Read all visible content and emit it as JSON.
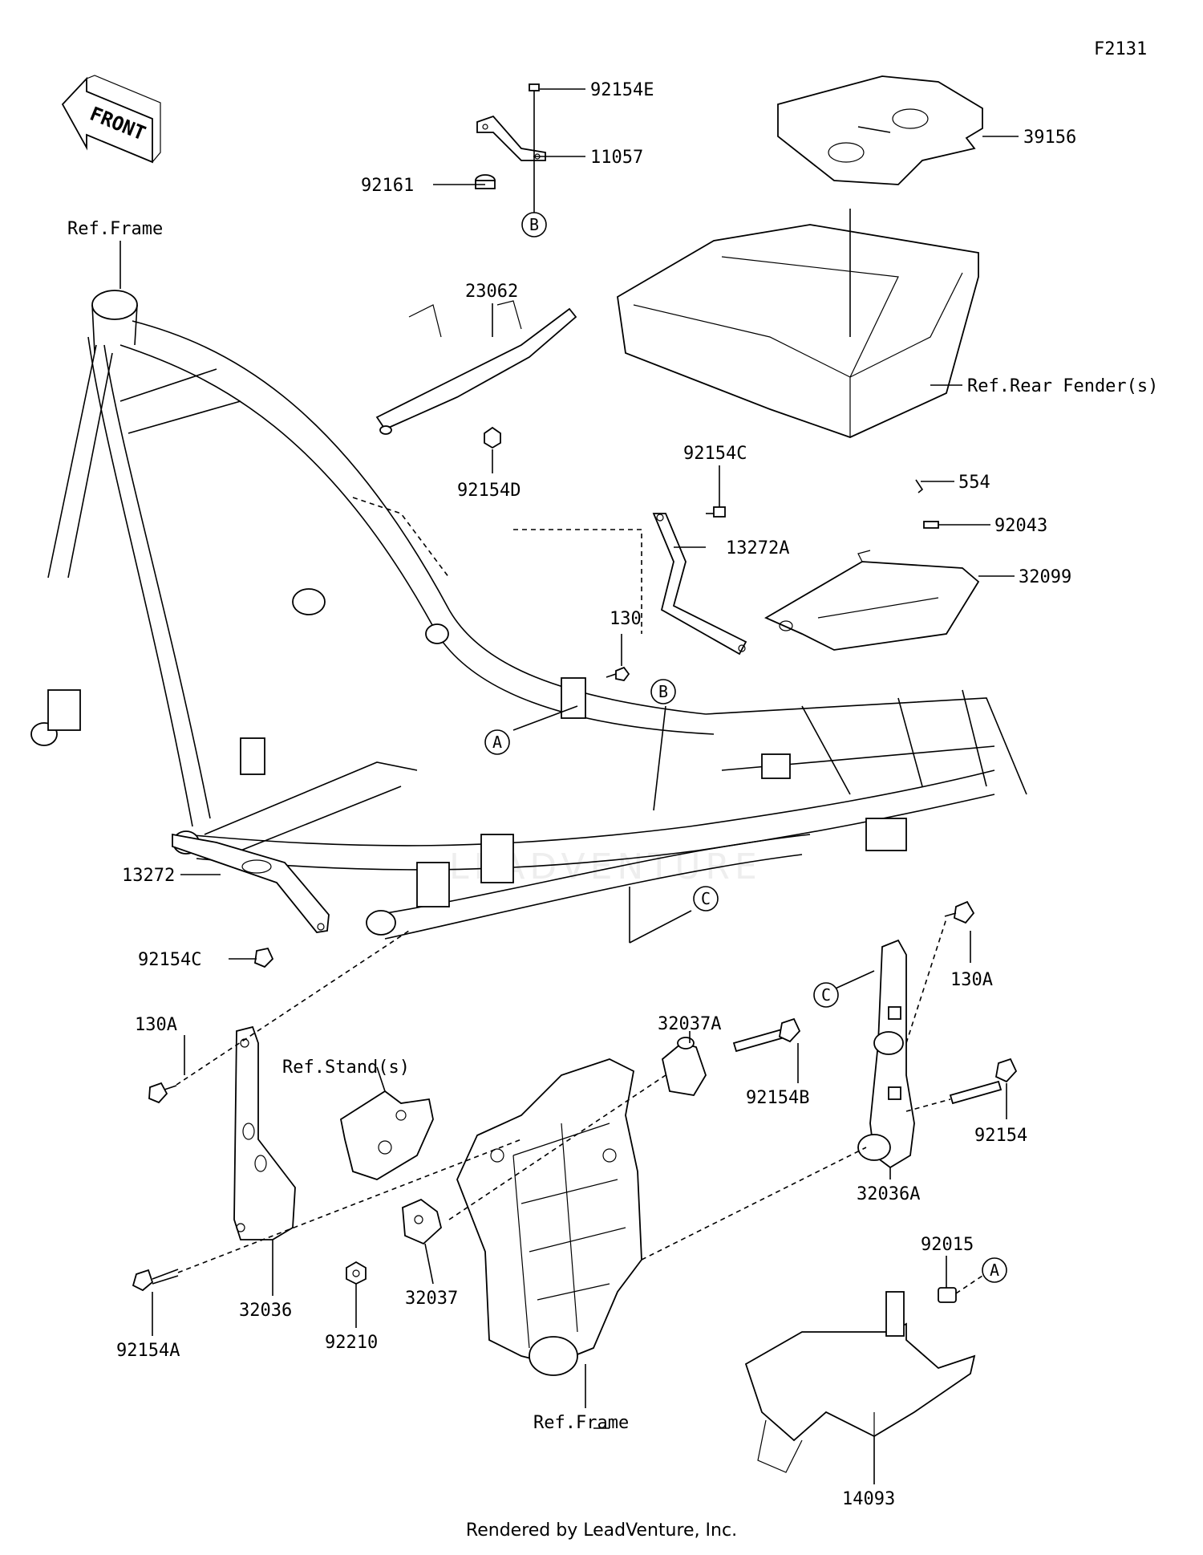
{
  "figure_code": "F2131",
  "front_arrow_label": "FRONT",
  "footer": "Rendered by LeadVenture, Inc.",
  "watermark": "LEADVENTURE",
  "callouts": {
    "a": "A",
    "b": "B",
    "c": "C"
  },
  "refs": {
    "frame_top": "Ref.Frame",
    "frame_bottom": "Ref.Frame",
    "rear_fender": "Ref.Rear Fender(s)",
    "stand": "Ref.Stand(s)"
  },
  "parts": {
    "p92154E": "92154E",
    "p11057": "11057",
    "p92161": "92161",
    "p39156": "39156",
    "p23062": "23062",
    "p92154D": "92154D",
    "p92154C_top": "92154C",
    "p554": "554",
    "p92043": "92043",
    "p13272A": "13272A",
    "p32099": "32099",
    "p130": "130",
    "p13272": "13272",
    "p92154C_left": "92154C",
    "p130A_right": "130A",
    "p130A_left": "130A",
    "p32037A": "32037A",
    "p92154B": "92154B",
    "p92154": "92154",
    "p32036A": "32036A",
    "p92015": "92015",
    "p32036": "32036",
    "p92210": "92210",
    "p32037": "32037",
    "p92154A": "92154A",
    "p14093": "14093"
  }
}
